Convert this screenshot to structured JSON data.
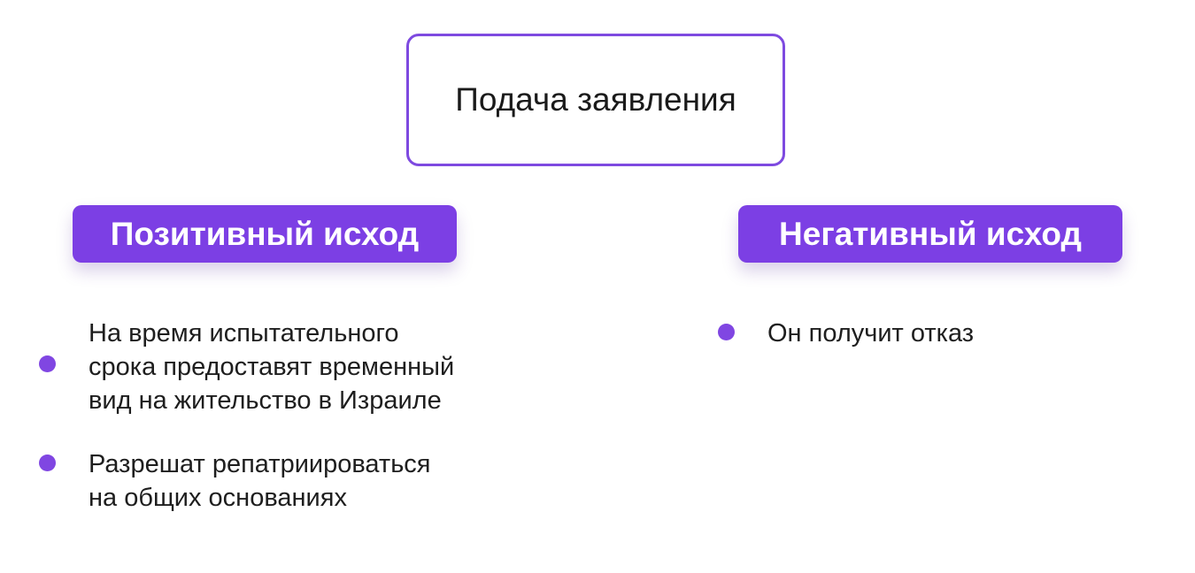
{
  "diagram": {
    "root": {
      "label": "Подача заявления"
    },
    "branches": [
      {
        "label": "Позитивный исход",
        "items": [
          "На время испытательного\nсрока предоставят временный\nвид на жительство в Израиле",
          "Разрешат репатриироваться\nна общих основаниях"
        ]
      },
      {
        "label": "Негативный исход",
        "items": [
          "Он получит отказ"
        ]
      }
    ]
  },
  "colors": {
    "accent": "#7c3fe4",
    "border": "#7e4ae0",
    "bullet": "#8046e2",
    "text": "#1e1e1e"
  }
}
